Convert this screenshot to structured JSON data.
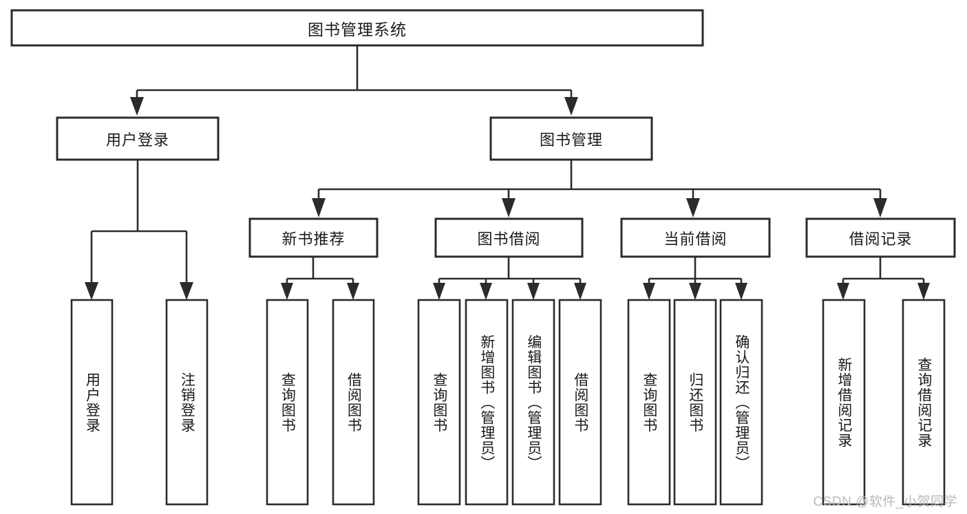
{
  "diagram": {
    "type": "hierarchy-tree",
    "title": "图书管理系统",
    "watermark": "CSDN @软件_小贺同学",
    "colors": {
      "background": "#ffffff",
      "stroke": "#2b2b2b",
      "text": "#1a1a1a",
      "watermark": "#b9b9b9"
    },
    "root": {
      "id": "root",
      "label": "图书管理系统"
    },
    "level2": [
      {
        "id": "user-login",
        "label": "用户登录"
      },
      {
        "id": "book-manage",
        "label": "图书管理"
      }
    ],
    "level3": [
      {
        "id": "new-book-recommend",
        "label": "新书推荐",
        "parent": "book-manage"
      },
      {
        "id": "book-borrow",
        "label": "图书借阅",
        "parent": "book-manage"
      },
      {
        "id": "current-borrow",
        "label": "当前借阅",
        "parent": "book-manage"
      },
      {
        "id": "borrow-record",
        "label": "借阅记录",
        "parent": "book-manage"
      }
    ],
    "leaves": {
      "user-login": [
        {
          "id": "leaf-user-login",
          "label": "用户登录"
        },
        {
          "id": "leaf-user-logout",
          "label": "注销登录"
        }
      ],
      "new-book-recommend": [
        {
          "id": "leaf-query-book-1",
          "label": "查询图书"
        },
        {
          "id": "leaf-borrow-book-1",
          "label": "借阅图书"
        }
      ],
      "book-borrow": [
        {
          "id": "leaf-query-book-2",
          "label": "查询图书"
        },
        {
          "id": "leaf-add-book",
          "label": "新增图书（管理员）"
        },
        {
          "id": "leaf-edit-book",
          "label": "编辑图书（管理员）"
        },
        {
          "id": "leaf-borrow-book-2",
          "label": "借阅图书"
        }
      ],
      "current-borrow": [
        {
          "id": "leaf-query-book-3",
          "label": "查询图书"
        },
        {
          "id": "leaf-return-book",
          "label": "归还图书"
        },
        {
          "id": "leaf-confirm-return",
          "label": "确认归还（管理员）"
        }
      ],
      "borrow-record": [
        {
          "id": "leaf-add-record",
          "label": "新增借阅记录"
        },
        {
          "id": "leaf-query-record",
          "label": "查询借阅记录"
        }
      ]
    }
  }
}
